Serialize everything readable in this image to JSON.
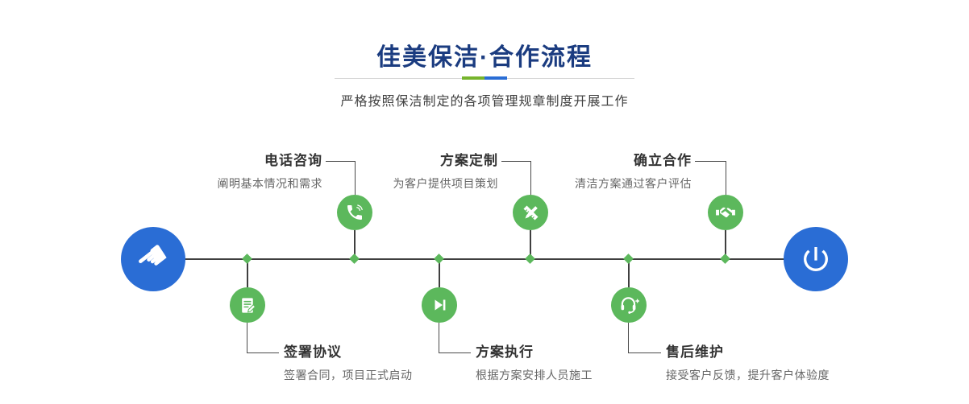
{
  "header": {
    "title": "佳美保洁·合作流程",
    "subtitle": "严格按照保洁制定的各项管理规章制度开展工作"
  },
  "colors": {
    "accent_green": "#5cb85c",
    "accent_blue": "#2a6dd5",
    "title_navy": "#1b3c80",
    "line_dark": "#3f3f3f",
    "underline_green": "#76b42c"
  },
  "icons": {
    "start": "pointing-hand-icon",
    "start_glyph": "☚",
    "end": "power-icon"
  },
  "timeline": {
    "steps": [
      {
        "row": "bottom",
        "title": "签署协议",
        "desc": "签署合同，项目正式启动",
        "icon": "contract-sign-icon"
      },
      {
        "row": "top",
        "title": "电话咨询",
        "desc": "阐明基本情况和需求",
        "icon": "phone-icon"
      },
      {
        "row": "bottom",
        "title": "方案执行",
        "desc": "根据方案安排人员施工",
        "icon": "play-execute-icon"
      },
      {
        "row": "top",
        "title": "方案定制",
        "desc": "为客户提供项目策划",
        "icon": "design-tools-icon"
      },
      {
        "row": "bottom",
        "title": "售后维护",
        "desc": "接受客户反馈，提升客户体验度",
        "icon": "headset-service-icon"
      },
      {
        "row": "top",
        "title": "确立合作",
        "desc": "清洁方案通过客户评估",
        "icon": "handshake-icon"
      }
    ]
  }
}
